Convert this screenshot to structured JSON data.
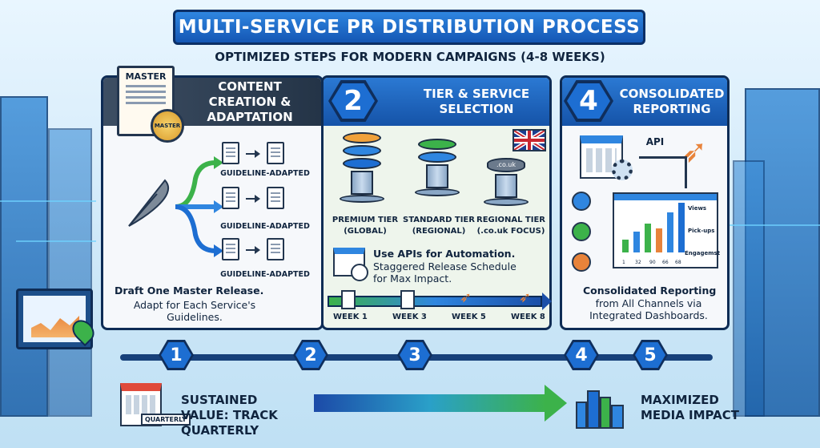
{
  "title": "MULTI-SERVICE PR DISTRIBUTION PROCESS",
  "subtitle": "OPTIMIZED STEPS FOR MODERN CAMPAIGNS (4-8 WEEKS)",
  "panel1": {
    "heading": "CONTENT CREATION & ADAPTATION",
    "master_label": "MASTER",
    "seal_label": "MASTER",
    "adapted_labels": [
      "GUIDELINE-ADAPTED",
      "GUIDELINE-ADAPTED",
      "GUIDELINE-ADAPTED"
    ],
    "body_bold": "Draft One Master Release.",
    "body_rest": "Adapt for Each Service's Guidelines."
  },
  "panel2": {
    "number": "2",
    "heading": "TIER & SERVICE SELECTION",
    "tiers": [
      {
        "name": "PREMIUM TIER",
        "scope": "(GLOBAL)"
      },
      {
        "name": "STANDARD TIER",
        "scope": "(REGIONAL)"
      },
      {
        "name": "REGIONAL TIER",
        "scope": "(.co.uk FOCUS)"
      }
    ],
    "server_tag": ".co.uk",
    "body_bold": "Use APIs for Automation.",
    "body_rest": "Staggered Release Schedule for Max Impact.",
    "weeks": [
      "WEEK 1",
      "WEEK 3",
      "WEEK 5",
      "WEEK 8"
    ]
  },
  "panel4": {
    "number": "4",
    "heading": "CONSOLIDATED REPORTING",
    "api_label": "API",
    "chart_legend": [
      "Views",
      "Pick-ups",
      "Engagemst"
    ],
    "chart_ticks": [
      "1",
      "32",
      "90",
      "66",
      "68"
    ],
    "body_bold": "Consolidated Reporting",
    "body_rest": "from All Channels via Integrated Dashboards."
  },
  "steps": [
    "1",
    "2",
    "3",
    "4",
    "5"
  ],
  "bottom": {
    "left_text": "SUSTAINED VALUE: TRACK QUARTERLY",
    "calendar_tag": "QUARTERLY",
    "right_text": "MAXIMIZED MEDIA IMPACT"
  },
  "colors": {
    "navy": "#0f2e5c",
    "blue": "#1d6ed2",
    "green": "#3cb24a",
    "orange": "#e8833a"
  }
}
